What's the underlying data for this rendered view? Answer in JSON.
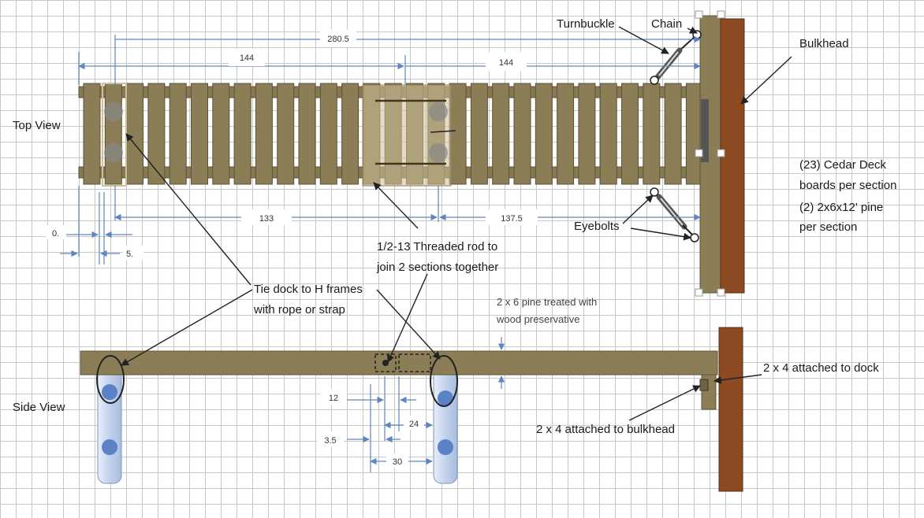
{
  "colors": {
    "deck": "#8b7d55",
    "deck_edge": "#5e5436",
    "bulkhead": "#8b4a22",
    "pipe": "#c9d7ef",
    "bolt": "#5b82c4",
    "dimension": "#5f86c0"
  },
  "labels": {
    "top_view": "Top  View",
    "side_view": "Side View",
    "turnbuckle": "Turnbuckle",
    "chain": "Chain",
    "bulkhead": "Bulkhead",
    "cedar_line1": "(23) Cedar Deck",
    "cedar_line2": "boards per section",
    "pine_line1": "(2) 2x6x12' pine",
    "pine_line2": "per section",
    "eyebolts": "Eyebolts",
    "rod_line1": "1/2-13 Threaded rod to",
    "rod_line2": "join 2 sections together",
    "tie_line1": "Tie dock to H frames",
    "tie_line2": "with rope or strap",
    "pine_note_line1": "2 x 6 pine  treated with",
    "pine_note_line2": "wood preservative",
    "dock_2x4": "2 x 4 attached to dock",
    "bulkhead_2x4": "2 x 4 attached to bulkhead"
  },
  "dimensions": {
    "total": "280.5",
    "left_144": "144",
    "right_144": "144",
    "left_133": "133",
    "right_137_5": "137.5",
    "zero": "0.",
    "five": "5.",
    "twelve": "12",
    "three_five": "3.5",
    "twenty_four": "24",
    "thirty": "30"
  }
}
